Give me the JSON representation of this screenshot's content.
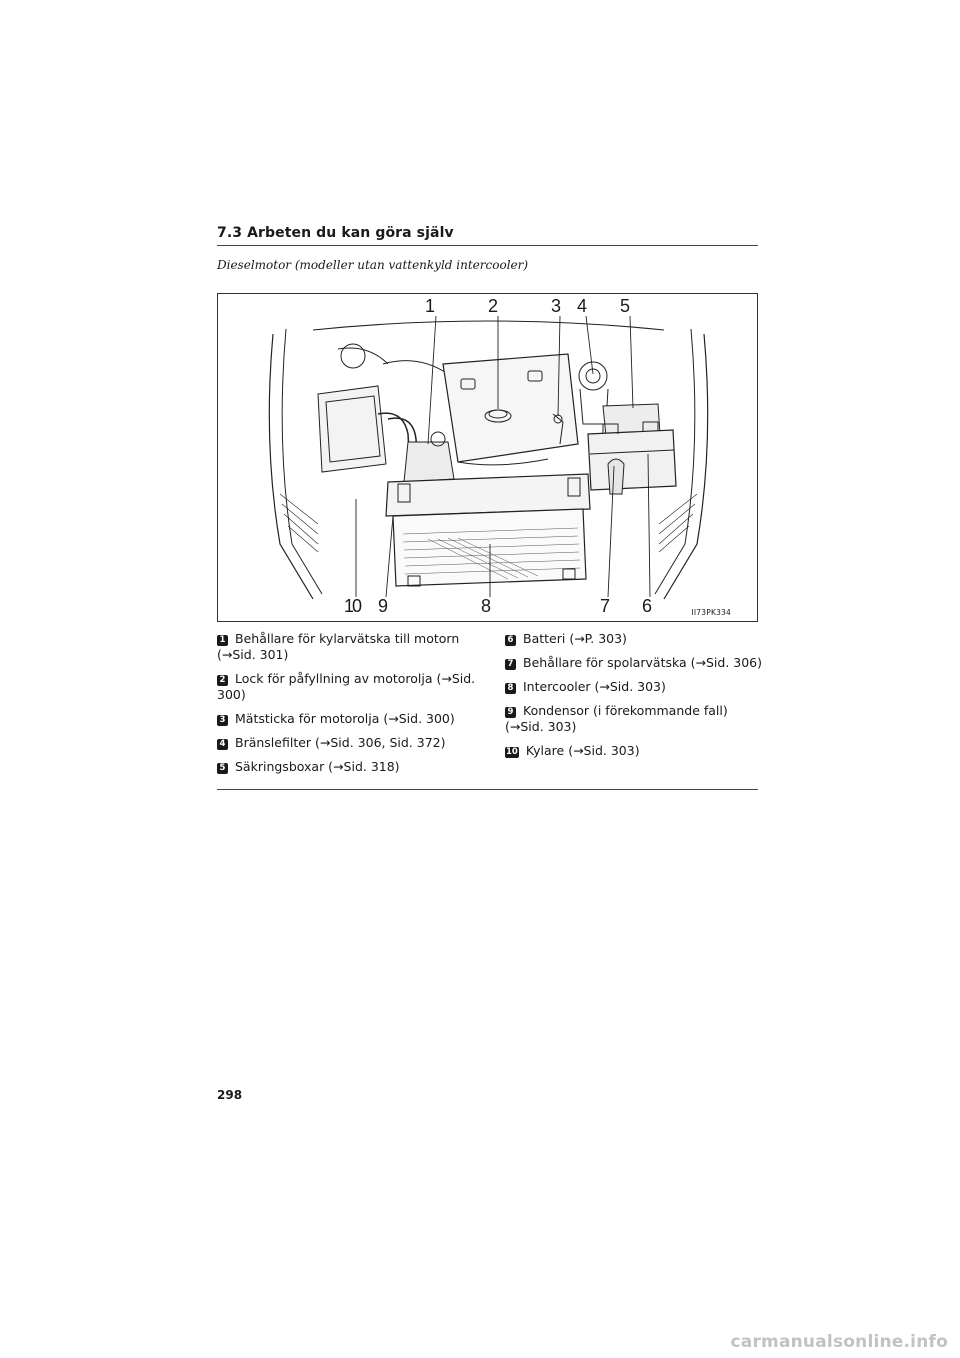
{
  "header": {
    "section_title": "7.3  Arbeten du kan göra själv",
    "subtitle": "Dieselmotor (modeller utan vattenkyld intercooler)"
  },
  "figure": {
    "code": "II73PK334",
    "callouts_top": [
      "1",
      "2",
      "3",
      "4",
      "5"
    ],
    "callouts_bottom": [
      "10",
      "9",
      "8",
      "7",
      "6"
    ]
  },
  "legend": {
    "left": [
      {
        "num": "1",
        "text": "Behållare för kylarvätska till motorn (→Sid. 301)"
      },
      {
        "num": "2",
        "text": "Lock för påfyllning av motorolja (→Sid. 300)"
      },
      {
        "num": "3",
        "text": "Mätsticka för motorolja (→Sid. 300)"
      },
      {
        "num": "4",
        "text": "Bränslefilter (→Sid. 306, Sid. 372)"
      },
      {
        "num": "5",
        "text": "Säkringsboxar (→Sid. 318)"
      }
    ],
    "right": [
      {
        "num": "6",
        "text": "Batteri (→P. 303)"
      },
      {
        "num": "7",
        "text": "Behållare för spolarvätska (→Sid. 306)"
      },
      {
        "num": "8",
        "text": "Intercooler (→Sid. 303)"
      },
      {
        "num": "9",
        "text": "Kondensor (i förekommande fall) (→Sid. 303)"
      },
      {
        "num": "10",
        "text": "Kylare (→Sid. 303)"
      }
    ]
  },
  "footer": {
    "page_number": "298",
    "watermark": "carmanualsonline.info"
  }
}
